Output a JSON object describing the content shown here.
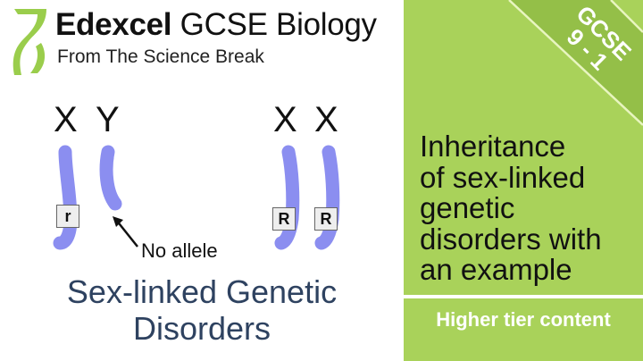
{
  "brand": {
    "title_bold": "Edexcel",
    "title_rest": " GCSE Biology",
    "subtitle": "From The Science Break",
    "logo_icon": "dna-helix-icon",
    "logo_color": "#9acd4c"
  },
  "diagram": {
    "male": {
      "labels": [
        "X",
        "Y"
      ],
      "x_allele": "r",
      "y_note": "No allele"
    },
    "female": {
      "labels": [
        "X",
        "X"
      ],
      "alleles": [
        "R",
        "R"
      ]
    },
    "chromosome_color": "#8b8ef0"
  },
  "topic": {
    "line1": "Sex-linked Genetic",
    "line2": "Disorders",
    "color": "#2e4260"
  },
  "panel": {
    "background": "#a9d25a",
    "badge_line1": "GCSE",
    "badge_line2": "9 - 1",
    "badge_color": "#94bf48",
    "description_lines": [
      "Inheritance",
      "of sex-linked",
      "genetic",
      "disorders with",
      "an example"
    ],
    "tier_label": "Higher tier content"
  }
}
